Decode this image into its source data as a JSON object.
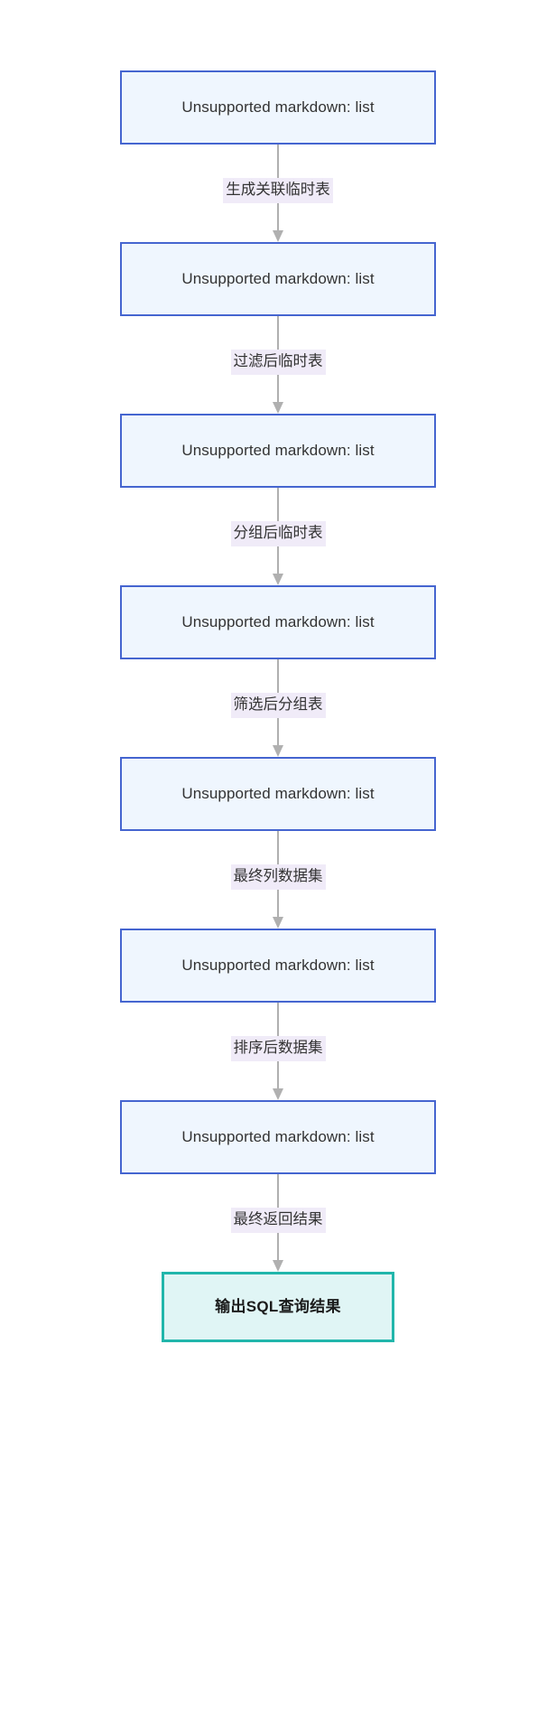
{
  "diagram": {
    "type": "flowchart",
    "direction": "top-to-bottom",
    "colors": {
      "process_fill": "#eff6fe",
      "process_border": "#4565d0",
      "terminal_fill": "#e0f5f5",
      "terminal_border": "#21b6ab",
      "edge_line": "#b0b0b0",
      "edge_label_bg": "#f0ebf8",
      "text": "#333333"
    },
    "nodes": [
      {
        "id": "n1",
        "kind": "process",
        "label": "Unsupported markdown: list"
      },
      {
        "id": "n2",
        "kind": "process",
        "label": "Unsupported markdown: list"
      },
      {
        "id": "n3",
        "kind": "process",
        "label": "Unsupported markdown: list"
      },
      {
        "id": "n4",
        "kind": "process",
        "label": "Unsupported markdown: list"
      },
      {
        "id": "n5",
        "kind": "process",
        "label": "Unsupported markdown: list"
      },
      {
        "id": "n6",
        "kind": "process",
        "label": "Unsupported markdown: list"
      },
      {
        "id": "n7",
        "kind": "process",
        "label": "Unsupported markdown: list"
      },
      {
        "id": "n8",
        "kind": "terminal",
        "label": "输出SQL查询结果"
      }
    ],
    "edges": [
      {
        "from": "n1",
        "to": "n2",
        "label": "生成关联临时表"
      },
      {
        "from": "n2",
        "to": "n3",
        "label": "过滤后临时表"
      },
      {
        "from": "n3",
        "to": "n4",
        "label": "分组后临时表"
      },
      {
        "from": "n4",
        "to": "n5",
        "label": "筛选后分组表"
      },
      {
        "from": "n5",
        "to": "n6",
        "label": "最终列数据集"
      },
      {
        "from": "n6",
        "to": "n7",
        "label": "排序后数据集"
      },
      {
        "from": "n7",
        "to": "n8",
        "label": "最终返回结果"
      }
    ]
  }
}
